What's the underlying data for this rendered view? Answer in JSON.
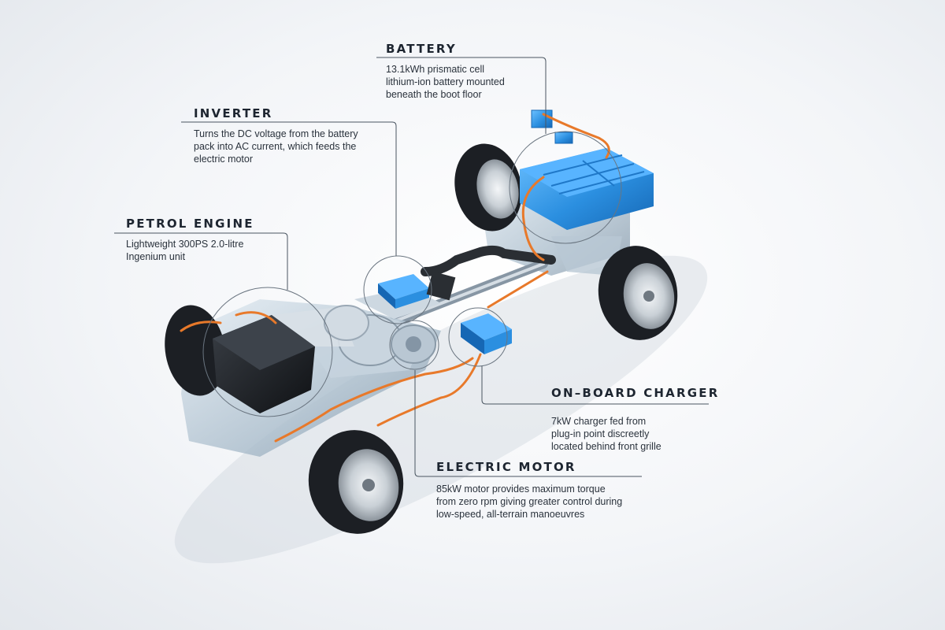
{
  "colors": {
    "background": "#f3f5f8",
    "battery_blue": "#2b8fe0",
    "cable_orange": "#e8792a",
    "tyre": "#1c1f24",
    "chassis": "#9fb3c4",
    "leader_line": "#4a5561",
    "text_dark": "#1d2530"
  },
  "labels": {
    "battery": {
      "title": "BATTERY",
      "lines": [
        "13.1kWh prismatic cell",
        "lithium-ion battery mounted",
        "beneath the boot floor"
      ]
    },
    "inverter": {
      "title": "INVERTER",
      "lines": [
        "Turns the DC voltage from the battery",
        "pack into AC current, which feeds the",
        "electric motor"
      ]
    },
    "petrol_engine": {
      "title": "PETROL ENGINE",
      "lines": [
        "Lightweight 300PS 2.0-litre",
        "Ingenium unit"
      ]
    },
    "on_board_charger": {
      "title": "ON–BOARD CHARGER",
      "lines": [
        "7kW charger fed from",
        "plug-in point discreetly",
        "located behind front grille"
      ]
    },
    "electric_motor": {
      "title": "ELECTRIC MOTOR",
      "lines": [
        "85kW motor provides maximum torque",
        "from zero rpm giving greater control during",
        "low-speed, all-terrain manoeuvres"
      ]
    }
  }
}
